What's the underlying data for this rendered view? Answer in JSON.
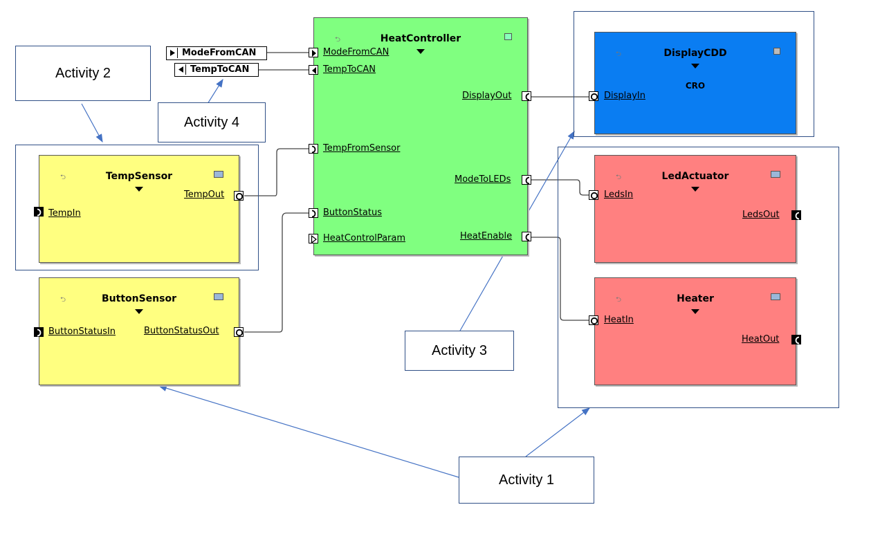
{
  "annotations": {
    "activity1": "Activity 1",
    "activity2": "Activity 2",
    "activity3": "Activity 3",
    "activity4": "Activity 4"
  },
  "external_ports": {
    "mode_from_can": "ModeFromCAN",
    "temp_to_can": "TempToCAN"
  },
  "heat_controller": {
    "title": "HeatController",
    "color": "#80ff80",
    "ports": {
      "mode_from_can": "ModeFromCAN",
      "temp_to_can": "TempToCAN",
      "display_out": "DisplayOut",
      "temp_from_sensor": "TempFromSensor",
      "mode_to_leds": "ModeToLEDs",
      "button_status": "ButtonStatus",
      "heat_enable": "HeatEnable",
      "heat_control_param": "HeatControlParam"
    }
  },
  "display_cdd": {
    "title": "DisplayCDD",
    "subtitle": "CRO",
    "color": "#0a7df2",
    "ports": {
      "display_in": "DisplayIn"
    }
  },
  "temp_sensor": {
    "title": "TempSensor",
    "color": "#ffff80",
    "ports": {
      "temp_out": "TempOut",
      "temp_in": "TempIn"
    }
  },
  "button_sensor": {
    "title": "ButtonSensor",
    "color": "#ffff80",
    "ports": {
      "button_status_in": "ButtonStatusIn",
      "button_status_out": "ButtonStatusOut"
    }
  },
  "led_actuator": {
    "title": "LedActuator",
    "color": "#ff8080",
    "ports": {
      "leds_in": "LedsIn",
      "leds_out": "LedsOut"
    }
  },
  "heater": {
    "title": "Heater",
    "color": "#ff8080",
    "ports": {
      "heat_in": "HeatIn",
      "heat_out": "HeatOut"
    }
  },
  "colors": {
    "annotation_border": "#2f4f86",
    "arrow": "#4472c4"
  }
}
